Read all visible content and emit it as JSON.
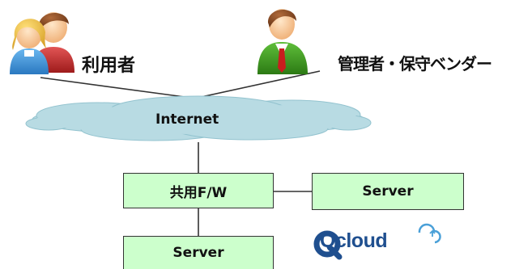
{
  "labels": {
    "users": "利用者",
    "admins": "管理者・保守ベンダー",
    "internet": "Internet",
    "firewall": "共用F/W",
    "server_right": "Server",
    "server_bottom": "Server"
  },
  "logo": {
    "text": "Qcloud"
  },
  "colors": {
    "cloud_fill": "#b8dbe3",
    "box_fill": "#ccffcc",
    "line": "#333333",
    "logo_blue": "#1f4f8f",
    "logo_light_blue": "#4aa0d8"
  },
  "icons": [
    "users-people-icon",
    "administrator-person-icon",
    "qcloud-logo"
  ]
}
